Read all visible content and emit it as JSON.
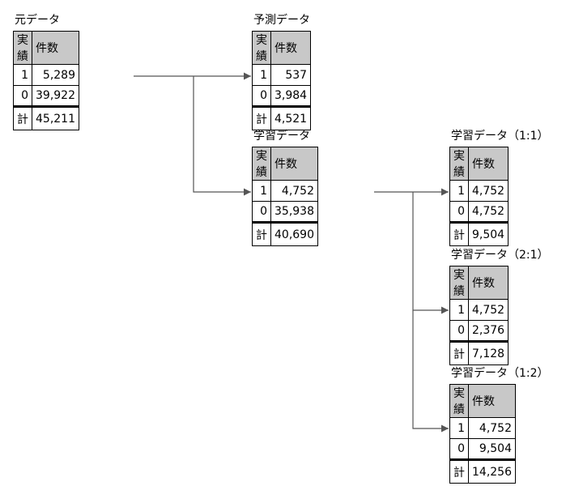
{
  "headers": {
    "actual": "実績",
    "count": "件数",
    "total": "計"
  },
  "tables": [
    {
      "id": "original",
      "title": "元データ",
      "rows": [
        {
          "label": "1",
          "count": "5,289"
        },
        {
          "label": "0",
          "count": "39,922"
        }
      ],
      "total": "45,211"
    },
    {
      "id": "predict",
      "title": "予測データ",
      "rows": [
        {
          "label": "1",
          "count": "537"
        },
        {
          "label": "0",
          "count": "3,984"
        }
      ],
      "total": "4,521"
    },
    {
      "id": "train",
      "title": "学習データ",
      "rows": [
        {
          "label": "1",
          "count": "4,752"
        },
        {
          "label": "0",
          "count": "35,938"
        }
      ],
      "total": "40,690"
    },
    {
      "id": "train-1-1",
      "title": "学習データ（1:1）",
      "rows": [
        {
          "label": "1",
          "count": "4,752"
        },
        {
          "label": "0",
          "count": "4,752"
        }
      ],
      "total": "9,504"
    },
    {
      "id": "train-2-1",
      "title": "学習データ（2:1）",
      "rows": [
        {
          "label": "1",
          "count": "4,752"
        },
        {
          "label": "0",
          "count": "2,376"
        }
      ],
      "total": "7,128"
    },
    {
      "id": "train-1-2",
      "title": "学習データ（1:2）",
      "rows": [
        {
          "label": "1",
          "count": "4,752"
        },
        {
          "label": "0",
          "count": "9,504"
        }
      ],
      "total": "14,256"
    }
  ]
}
